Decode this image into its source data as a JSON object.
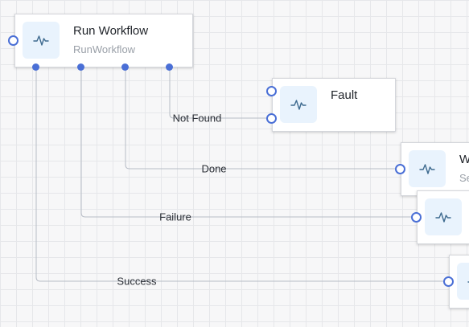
{
  "nodes": {
    "run_workflow": {
      "title": "Run Workflow",
      "subtitle": "RunWorkflow",
      "icon": "activity-icon"
    },
    "fault": {
      "title": "Fault",
      "subtitle": "",
      "icon": "activity-icon"
    },
    "workflow_partial": {
      "title": "W",
      "subtitle": "Se",
      "icon": "activity-icon"
    },
    "failure_target": {
      "title": "",
      "subtitle": "",
      "icon": "activity-icon"
    },
    "success_target": {
      "title": "",
      "subtitle": "",
      "icon": "activity-icon"
    }
  },
  "edges": {
    "not_found": "Not Found",
    "done": "Done",
    "failure": "Failure",
    "success": "Success"
  },
  "colors": {
    "port": "#4a6fd6",
    "wire": "#b7bcc6",
    "icon_bg": "#e9f3fd",
    "icon_stroke": "#3e6a8f"
  }
}
